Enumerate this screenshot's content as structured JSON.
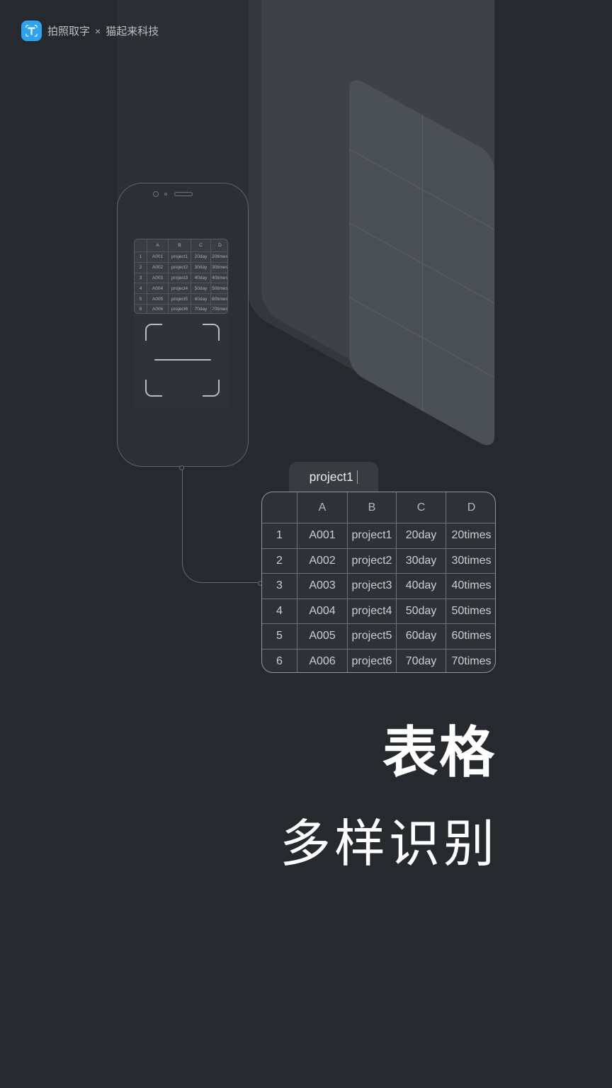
{
  "brand": {
    "logo_letter": "T",
    "app_name": "拍照取字",
    "separator": "×",
    "company": "猫起来科技"
  },
  "table": {
    "tab_label": "project1",
    "headers": [
      "",
      "A",
      "B",
      "C",
      "D"
    ],
    "rows": [
      [
        "1",
        "A001",
        "project1",
        "20day",
        "20times"
      ],
      [
        "2",
        "A002",
        "project2",
        "30day",
        "30times"
      ],
      [
        "3",
        "A003",
        "project3",
        "40day",
        "40times"
      ],
      [
        "4",
        "A004",
        "project4",
        "50day",
        "50times"
      ],
      [
        "5",
        "A005",
        "project5",
        "60day",
        "60times"
      ],
      [
        "6",
        "A006",
        "project6",
        "70day",
        "70times"
      ]
    ]
  },
  "headline": {
    "title": "表格",
    "subtitle": "多样识别"
  },
  "colors": {
    "accent_blue": "#2fa3f0",
    "background": "#26292d",
    "headline_white": "#ffffff"
  }
}
